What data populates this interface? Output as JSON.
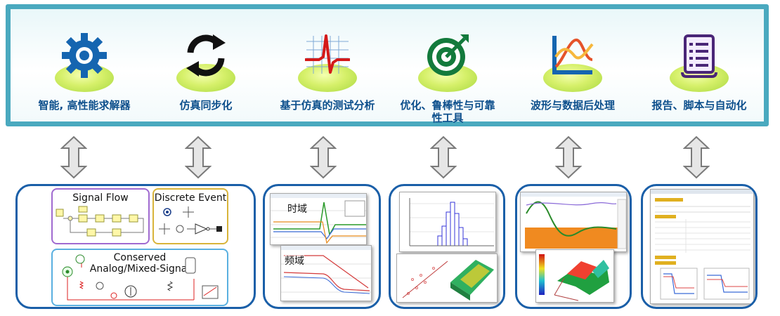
{
  "features": [
    {
      "label": "智能, 高性能求解器",
      "icon": "gear-icon"
    },
    {
      "label": "仿真同步化",
      "icon": "sync-icon"
    },
    {
      "label": "基于仿真的测试分析",
      "icon": "pulse-chart-icon"
    },
    {
      "label_line1": "优化、鲁棒性与可靠",
      "label_line2": "性工具",
      "icon": "target-icon"
    },
    {
      "label": "波形与数据后处理",
      "icon": "waveform-icon"
    },
    {
      "label": "报告、脚本与自动化",
      "icon": "report-icon"
    }
  ],
  "panels": {
    "solver": {
      "signal_flow": "Signal Flow",
      "discrete_event": "Discrete Event",
      "conserved_line1": "Conserved",
      "conserved_line2": "Analog/Mixed-Signal"
    },
    "sync": {
      "time_domain": "时域",
      "freq_domain": "频域"
    }
  },
  "colors": {
    "frame": "#4aa9bf",
    "icon_blue": "#1565b0",
    "label_blue": "#0d4f8c",
    "box_border": "#1a5fa8",
    "signal_flow_border": "#a06ad0",
    "discrete_border": "#d8b43a",
    "conserved_border": "#5ab0e0"
  }
}
